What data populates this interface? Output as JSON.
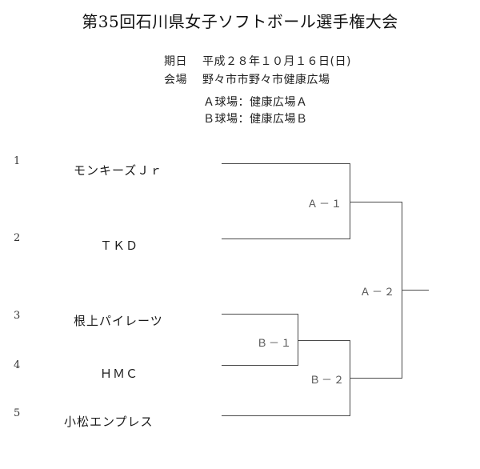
{
  "title": "第35回石川県女子ソフトボール選手権大会",
  "info": {
    "date_label": "期日",
    "date_value": "平成２８年１０月１６日(日)",
    "venue_label": "会場",
    "venue_value": "野々市市野々市健康広場",
    "field_a": "Ａ球場：健康広場Ａ",
    "field_b": "Ｂ球場：健康広場Ｂ"
  },
  "bracket": {
    "teams": [
      {
        "seed": "1",
        "name": "モンキーズＪｒ"
      },
      {
        "seed": "2",
        "name": "ＴＫＤ"
      },
      {
        "seed": "3",
        "name": "根上パイレーツ"
      },
      {
        "seed": "4",
        "name": "ＨＭＣ"
      },
      {
        "seed": "5",
        "name": "小松エンプレス"
      }
    ],
    "matches": [
      {
        "id": "A-1",
        "label": "Ａ－１"
      },
      {
        "id": "A-2",
        "label": "Ａ－２"
      },
      {
        "id": "B-1",
        "label": "Ｂ－１"
      },
      {
        "id": "B-2",
        "label": "Ｂ－２"
      }
    ]
  },
  "colors": {
    "line": "#4a4a4a",
    "label_text": "#555555",
    "body_text": "#1a1a1a"
  }
}
